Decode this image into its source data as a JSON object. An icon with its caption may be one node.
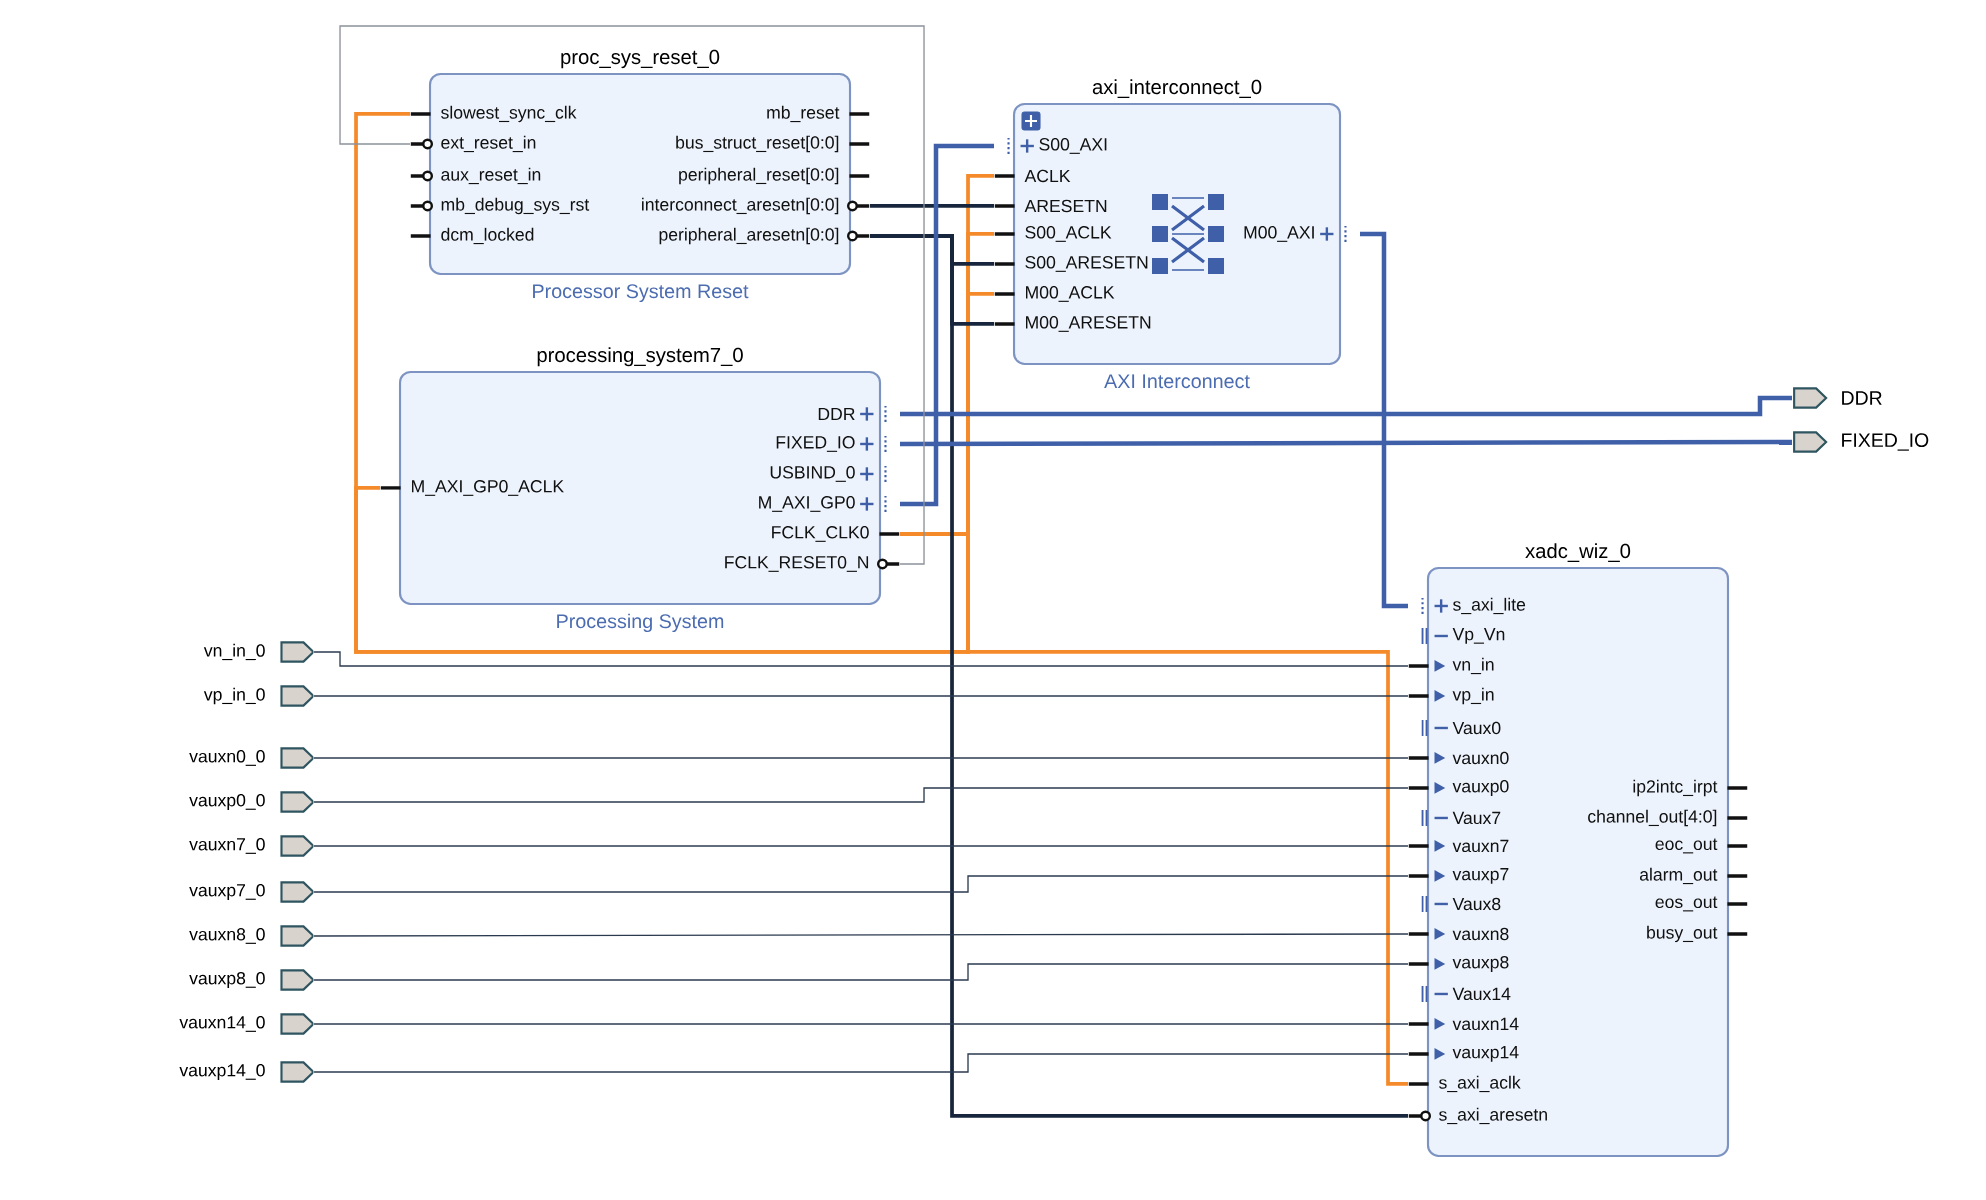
{
  "diagram": {
    "nodes": [
      {
        "text": [
          "proc_sys_reset_0",
          "Processor System Reset"
        ]
      },
      {
        "text": [
          "slowest_sync_clk"
        ],
        "in": 0
      },
      {
        "text": [
          "ext_reset_in"
        ],
        "in": 0
      },
      {
        "text": [
          "aux_reset_in"
        ],
        "in": 0
      },
      {
        "text": [
          "mb_debug_sys_rst"
        ],
        "in": 0
      },
      {
        "text": [
          "dcm_locked"
        ],
        "in": 0
      },
      {
        "text": [
          "mb_reset"
        ],
        "in": 0
      },
      {
        "text": [
          "bus_struct_reset[0:0]"
        ],
        "in": 0
      },
      {
        "text": [
          "peripheral_reset[0:0]"
        ],
        "in": 0
      },
      {
        "text": [
          "interconnect_aresetn[0:0]"
        ],
        "in": 0
      },
      {
        "text": [
          "peripheral_aresetn[0:0]"
        ],
        "in": 0
      },
      {
        "text": [
          "axi_interconnect_0",
          "AXI Interconnect"
        ]
      },
      {
        "text": [
          "S00_AXI"
        ],
        "in": 11
      },
      {
        "text": [
          "ACLK"
        ],
        "in": 11
      },
      {
        "text": [
          "ARESETN"
        ],
        "in": 11
      },
      {
        "text": [
          "S00_ACLK"
        ],
        "in": 11
      },
      {
        "text": [
          "S00_ARESETN"
        ],
        "in": 11
      },
      {
        "text": [
          "M00_ACLK"
        ],
        "in": 11
      },
      {
        "text": [
          "M00_ARESETN"
        ],
        "in": 11
      },
      {
        "text": [
          "M00_AXI"
        ],
        "in": 11
      },
      {
        "text": [
          "processing_system7_0",
          "Processing System"
        ]
      },
      {
        "text": [
          "M_AXI_GP0_ACLK"
        ],
        "in": 20
      },
      {
        "text": [
          "DDR"
        ],
        "in": 20
      },
      {
        "text": [
          "FIXED_IO"
        ],
        "in": 20
      },
      {
        "text": [
          "USBIND_0"
        ],
        "in": 20
      },
      {
        "text": [
          "M_AXI_GP0"
        ],
        "in": 20
      },
      {
        "text": [
          "FCLK_CLK0"
        ],
        "in": 20
      },
      {
        "text": [
          "FCLK_RESET0_N"
        ],
        "in": 20
      },
      {
        "text": [
          "DDR"
        ]
      },
      {
        "text": [
          "FIXED_IO"
        ]
      },
      {
        "text": [
          "xadc_wiz_0"
        ]
      },
      {
        "text": [
          "s_axi_lite"
        ],
        "in": 30
      },
      {
        "text": [
          "Vp_Vn"
        ],
        "in": 30
      },
      {
        "text": [
          "vn_in"
        ],
        "in": 30
      },
      {
        "text": [
          "vp_in"
        ],
        "in": 30
      },
      {
        "text": [
          "Vaux0"
        ],
        "in": 30
      },
      {
        "text": [
          "vauxn0"
        ],
        "in": 30
      },
      {
        "text": [
          "vauxp0"
        ],
        "in": 30
      },
      {
        "text": [
          "Vaux7"
        ],
        "in": 30
      },
      {
        "text": [
          "vauxn7"
        ],
        "in": 30
      },
      {
        "text": [
          "vauxp7"
        ],
        "in": 30
      },
      {
        "text": [
          "Vaux8"
        ],
        "in": 30
      },
      {
        "text": [
          "vauxn8"
        ],
        "in": 30
      },
      {
        "text": [
          "vauxp8"
        ],
        "in": 30
      },
      {
        "text": [
          "Vaux14"
        ],
        "in": 30
      },
      {
        "text": [
          "vauxn14"
        ],
        "in": 30
      },
      {
        "text": [
          "vauxp14"
        ],
        "in": 30
      },
      {
        "text": [
          "s_axi_aclk"
        ],
        "in": 30
      },
      {
        "text": [
          "s_axi_aresetn"
        ],
        "in": 30
      },
      {
        "text": [
          "ip2intc_irpt"
        ],
        "in": 30
      },
      {
        "text": [
          "channel_out[4:0]"
        ],
        "in": 30
      },
      {
        "text": [
          "eoc_out"
        ],
        "in": 30
      },
      {
        "text": [
          "alarm_out"
        ],
        "in": 30
      },
      {
        "text": [
          "eos_out"
        ],
        "in": 30
      },
      {
        "text": [
          "busy_out"
        ],
        "in": 30
      },
      {
        "text": [
          "vn_in_0"
        ]
      },
      {
        "text": [
          "vp_in_0"
        ]
      },
      {
        "text": [
          "vauxn0_0"
        ]
      },
      {
        "text": [
          "vauxp0_0"
        ]
      },
      {
        "text": [
          "vauxn7_0"
        ]
      },
      {
        "text": [
          "vauxp7_0"
        ]
      },
      {
        "text": [
          "vauxn8_0"
        ]
      },
      {
        "text": [
          "vauxp8_0"
        ]
      },
      {
        "text": [
          "vauxn14_0"
        ]
      },
      {
        "text": [
          "vauxp14_0"
        ]
      }
    ],
    "edges": [
      {
        "from": 26,
        "to": 1,
        "arrow": "none",
        "color": "#f58a2a"
      },
      {
        "from": 26,
        "to": 21,
        "arrow": "none",
        "color": "#f58a2a"
      },
      {
        "from": 26,
        "to": 13,
        "arrow": "none",
        "color": "#f58a2a"
      },
      {
        "from": 26,
        "to": 15,
        "arrow": "none",
        "color": "#f58a2a"
      },
      {
        "from": 26,
        "to": 17,
        "arrow": "none",
        "color": "#f58a2a"
      },
      {
        "from": 26,
        "to": 47,
        "arrow": "none",
        "color": "#f58a2a"
      },
      {
        "from": 9,
        "to": 14,
        "arrow": "none",
        "color": "#17263c"
      },
      {
        "from": 10,
        "to": 16,
        "arrow": "none",
        "color": "#17263c"
      },
      {
        "from": 10,
        "to": 18,
        "arrow": "none",
        "color": "#17263c"
      },
      {
        "from": 10,
        "to": 48,
        "arrow": "none",
        "color": "#17263c"
      },
      {
        "from": 25,
        "to": 12,
        "arrow": "none",
        "color": "#3f60a8"
      },
      {
        "from": 19,
        "to": 31,
        "arrow": "none",
        "color": "#3f60a8"
      },
      {
        "from": 22,
        "to": 28,
        "arrow": "none",
        "color": "#3f60a8"
      },
      {
        "from": 23,
        "to": 29,
        "arrow": "none",
        "color": "#3f60a8"
      },
      {
        "from": 27,
        "to": 2,
        "arrow": "none",
        "color": "#8c919a"
      },
      {
        "from": 55,
        "to": 33,
        "arrow": "none"
      },
      {
        "from": 56,
        "to": 34,
        "arrow": "none"
      },
      {
        "from": 57,
        "to": 36,
        "arrow": "none"
      },
      {
        "from": 58,
        "to": 37,
        "arrow": "none"
      },
      {
        "from": 59,
        "to": 39,
        "arrow": "none"
      },
      {
        "from": 60,
        "to": 40,
        "arrow": "none"
      },
      {
        "from": 61,
        "to": 42,
        "arrow": "none"
      },
      {
        "from": 62,
        "to": 43,
        "arrow": "none"
      },
      {
        "from": 63,
        "to": 45,
        "arrow": "none"
      },
      {
        "from": 64,
        "to": 46,
        "arrow": "none"
      }
    ]
  }
}
